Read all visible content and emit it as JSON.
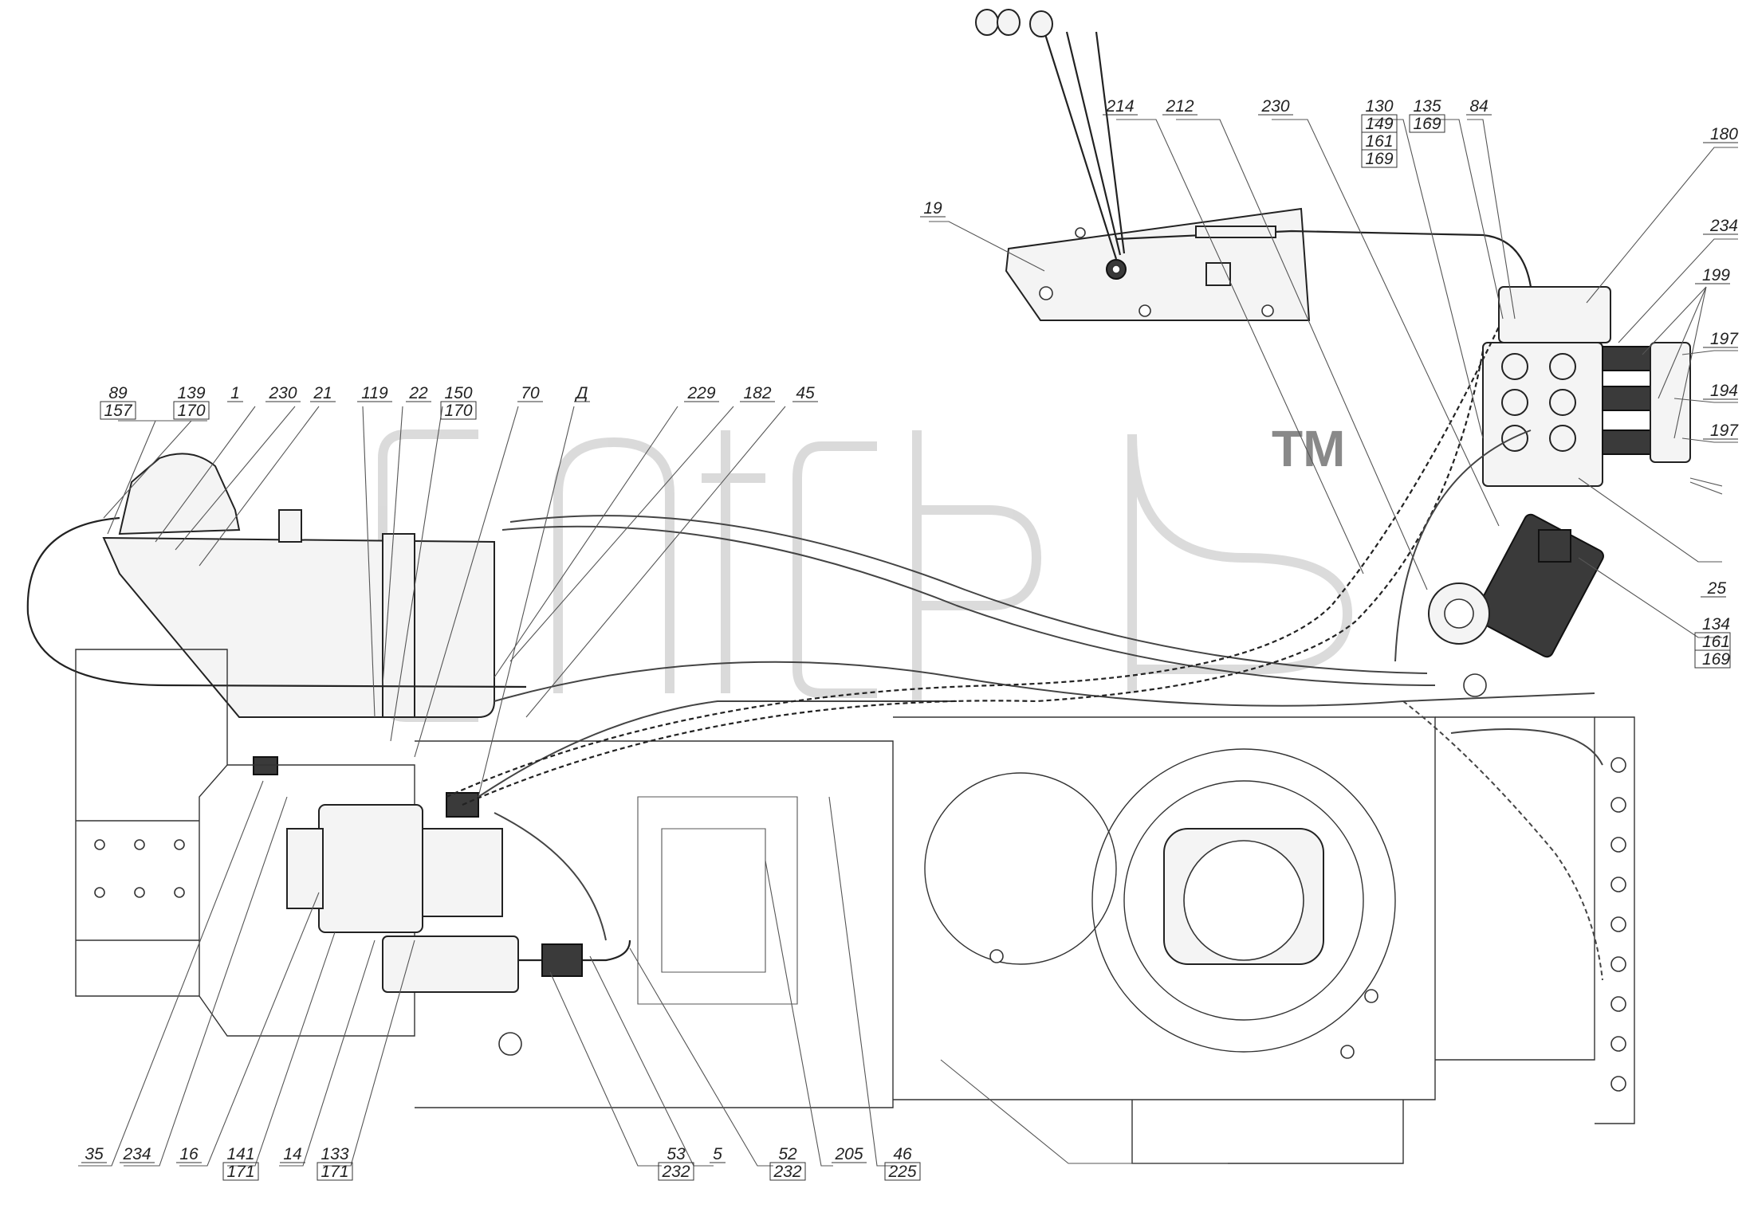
{
  "diagram": {
    "watermark": "TM",
    "top_labels": [
      {
        "id": "l89",
        "lines": [
          "89",
          "157"
        ]
      },
      {
        "id": "l139",
        "lines": [
          "139",
          "170"
        ]
      },
      {
        "id": "l1",
        "lines": [
          "1"
        ]
      },
      {
        "id": "l230a",
        "lines": [
          "230"
        ]
      },
      {
        "id": "l21",
        "lines": [
          "21"
        ]
      },
      {
        "id": "l119",
        "lines": [
          "119"
        ]
      },
      {
        "id": "l22",
        "lines": [
          "22"
        ]
      },
      {
        "id": "l150",
        "lines": [
          "150",
          "170"
        ]
      },
      {
        "id": "l70",
        "lines": [
          "70"
        ]
      },
      {
        "id": "lD",
        "lines": [
          "Д"
        ]
      },
      {
        "id": "l229",
        "lines": [
          "229"
        ]
      },
      {
        "id": "l182",
        "lines": [
          "182"
        ]
      },
      {
        "id": "l45",
        "lines": [
          "45"
        ]
      },
      {
        "id": "l214",
        "lines": [
          "214"
        ]
      },
      {
        "id": "l212",
        "lines": [
          "212"
        ]
      },
      {
        "id": "l230b",
        "lines": [
          "230"
        ]
      },
      {
        "id": "l130",
        "lines": [
          "130",
          "149",
          "161",
          "169"
        ]
      },
      {
        "id": "l135",
        "lines": [
          "135",
          "169"
        ]
      },
      {
        "id": "l84",
        "lines": [
          "84"
        ]
      },
      {
        "id": "l19",
        "lines": [
          "19"
        ]
      }
    ],
    "right_labels": [
      {
        "id": "l180",
        "lines": [
          "180"
        ]
      },
      {
        "id": "l234r",
        "lines": [
          "234"
        ]
      },
      {
        "id": "l199",
        "lines": [
          "199"
        ]
      },
      {
        "id": "l197a",
        "lines": [
          "197"
        ]
      },
      {
        "id": "l194",
        "lines": [
          "194"
        ]
      },
      {
        "id": "l197b",
        "lines": [
          "197"
        ]
      },
      {
        "id": "l25",
        "lines": [
          "25"
        ]
      },
      {
        "id": "l134",
        "lines": [
          "134",
          "161",
          "169"
        ]
      }
    ],
    "bottom_labels": [
      {
        "id": "l35",
        "lines": [
          "35"
        ]
      },
      {
        "id": "l234b",
        "lines": [
          "234"
        ]
      },
      {
        "id": "l16",
        "lines": [
          "16"
        ]
      },
      {
        "id": "l141",
        "lines": [
          "141",
          "171"
        ]
      },
      {
        "id": "l14",
        "lines": [
          "14"
        ]
      },
      {
        "id": "l133",
        "lines": [
          "133",
          "171"
        ]
      },
      {
        "id": "l53",
        "lines": [
          "53",
          "232"
        ]
      },
      {
        "id": "l5",
        "lines": [
          "5"
        ]
      },
      {
        "id": "l52",
        "lines": [
          "52",
          "232"
        ]
      },
      {
        "id": "l205",
        "lines": [
          "205"
        ]
      },
      {
        "id": "l46",
        "lines": [
          "46",
          "225"
        ]
      }
    ]
  }
}
